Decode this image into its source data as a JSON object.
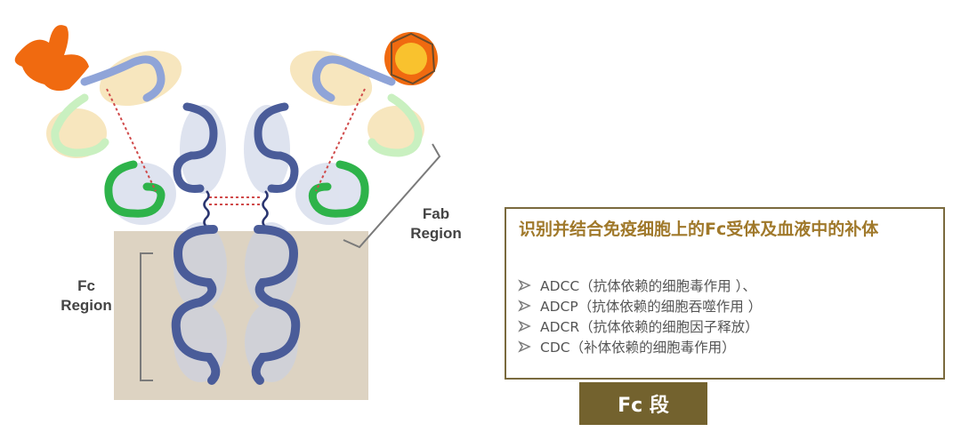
{
  "labels": {
    "fc_region": "Fc\nRegion",
    "fab_region": "Fab\nRegion"
  },
  "info": {
    "title": "识别并结合免疫细胞上的Fc受体及血液中的补体",
    "items": [
      "ADCC（抗体依赖的细胞毒作用 ）、",
      "ADCP（抗体依赖的细胞吞噬作用 ）",
      "ADCR（抗体依赖的细胞因子释放）",
      "CDC（补体依赖的细胞毒作用）"
    ]
  },
  "tag": {
    "label": "Fc 段"
  },
  "colors": {
    "accent_text": "#a0792b",
    "tag_bg": "#73622e",
    "box_border": "#7a6a3e",
    "fc_region_bg": "#ddd3c2",
    "heavy_chain": "#4a5c99",
    "light_chain_green": "#2eb34a",
    "antigen_orange": "#f06a10"
  },
  "icons": [
    "bullet-arrow-icon"
  ]
}
